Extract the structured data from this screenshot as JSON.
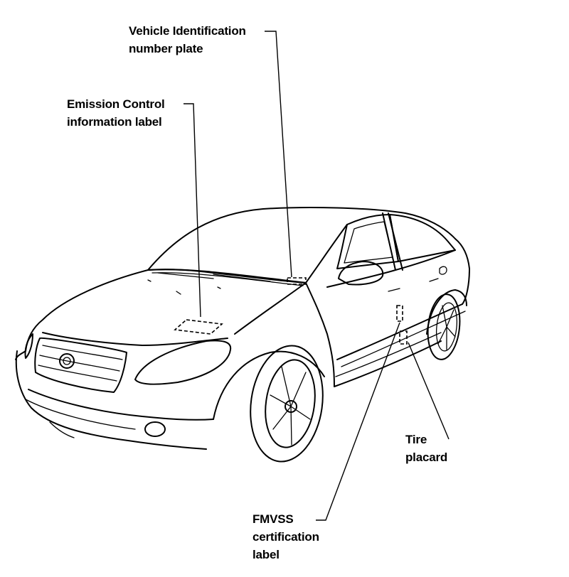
{
  "callouts": {
    "vin_plate": {
      "line1": "Vehicle Identification",
      "line2": "number plate"
    },
    "emission_label": {
      "line1": "Emission Control",
      "line2": "information label"
    },
    "tire_placard": {
      "line1": "Tire",
      "line2": "placard"
    },
    "fmvss_label": {
      "line1": "FMVSS",
      "line2": "certification",
      "line3": "label"
    }
  }
}
